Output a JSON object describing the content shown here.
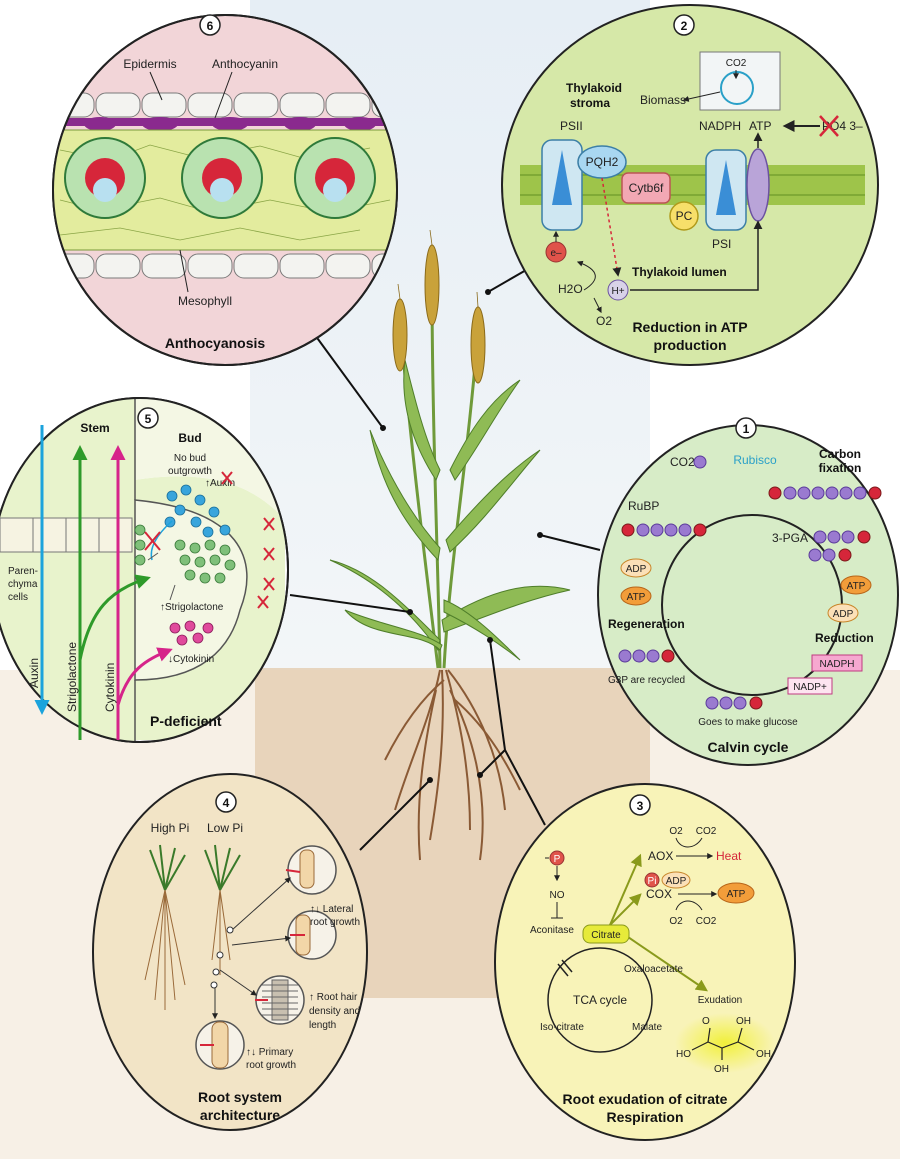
{
  "panels": {
    "p6": {
      "number": "6",
      "title": "Anthocyanosis",
      "labels": {
        "epidermis": "Epidermis",
        "anthocyanin": "Anthocyanin",
        "mesophyll": "Mesophyll"
      }
    },
    "p2": {
      "number": "2",
      "title_line1": "Reduction in ATP",
      "title_line2": "production",
      "labels": {
        "stroma1": "Thylakoid",
        "stroma2": "stroma",
        "co2": "CO2",
        "biomass": "Biomass",
        "nadph": "NADPH",
        "atp": "ATP",
        "po4": "PO4 3–",
        "psii": "PSII",
        "pqh2": "PQH2",
        "cytb6f": "Cytb6f",
        "pc": "PC",
        "psi": "PSI",
        "eminus": "e–",
        "h2o": "H2O",
        "hplus": "H+",
        "o2": "O2",
        "lumen": "Thylakoid lumen"
      }
    },
    "p5": {
      "number": "5",
      "title": "P-deficient",
      "labels": {
        "stem": "Stem",
        "bud": "Bud",
        "no_bud1": "No bud",
        "no_bud2": "outgrowth",
        "auxin_up": "↑Auxin",
        "strigolactone_up": "↑Strigolactone",
        "cytokinin_down": "↓Cytokinin",
        "paren1": "Paren-",
        "paren2": "chyma",
        "paren3": "cells",
        "auxin": "Auxin",
        "strigolactone": "Strigolactone",
        "cytokinin": "Cytokinin"
      }
    },
    "p1": {
      "number": "1",
      "title": "Calvin cycle",
      "labels": {
        "co2": "CO2",
        "rubisco": "Rubisco",
        "carbon1": "Carbon",
        "carbon2": "fixation",
        "rubp": "RuBP",
        "pga": "3-PGA",
        "adp": "ADP",
        "atp": "ATP",
        "regeneration": "Regeneration",
        "reduction": "Reduction",
        "nadph": "NADPH",
        "nadp": "NADP+",
        "g3p": "G3P are recycled",
        "glucose": "Goes to make glucose"
      }
    },
    "p4": {
      "number": "4",
      "title_line1": "Root system",
      "title_line2": "architecture",
      "labels": {
        "high_pi": "High Pi",
        "low_pi": "Low Pi",
        "lateral1": "↑↓ Lateral",
        "lateral2": "root growth",
        "hair1": "↑ Root hair",
        "hair2": "density and",
        "hair3": "length",
        "primary1": "↑↓ Primary",
        "primary2": "root growth"
      }
    },
    "p3": {
      "number": "3",
      "title_line1": "Root exudation of citrate",
      "title_line2": "Respiration",
      "labels": {
        "o2a": "O2",
        "co2a": "CO2",
        "aox": "AOX",
        "heat": "Heat",
        "p": "P",
        "pi": "Pi",
        "adp": "ADP",
        "cox": "COX",
        "atp": "ATP",
        "o2b": "O2",
        "co2b": "CO2",
        "no": "NO",
        "citrate": "Citrate",
        "aconitase": "Aconitase",
        "oxaloacetate": "Oxaloacetate",
        "tca": "TCA cycle",
        "isocitrate": "Iso-citrate",
        "malate": "Malate",
        "exudation": "Exudation",
        "ho_left": "HO",
        "oh_top": "OH",
        "oh_right": "OH",
        "oh_bottom": "OH",
        "o_top": "O"
      }
    }
  }
}
